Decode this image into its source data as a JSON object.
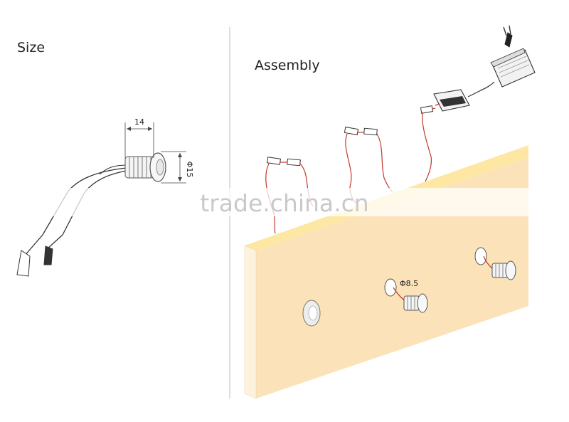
{
  "headings": {
    "size": "Size",
    "assembly": "Assembly"
  },
  "dimensions": {
    "length": "14",
    "diameter": "Φ15",
    "hole": "Φ8.5"
  },
  "watermark": "trade.china.cn",
  "colors": {
    "board_face": "#fbe2b9",
    "board_top": "#fde7a3",
    "board_edge": "#fdf3dd",
    "wire_red": "#c0392b",
    "divider": "#bdbdbd"
  }
}
